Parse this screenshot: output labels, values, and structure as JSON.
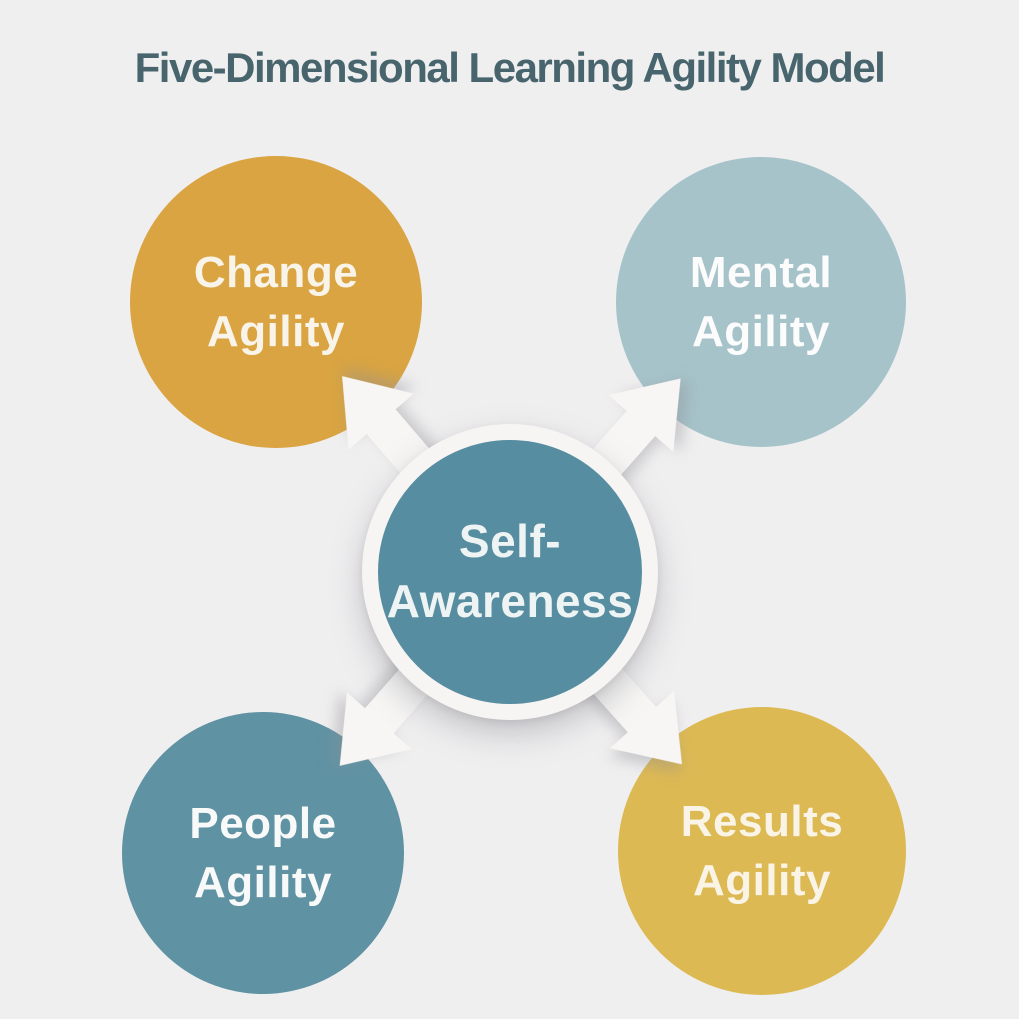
{
  "title": "Five-Dimensional Learning Agility Model",
  "colors": {
    "background": "#F0EFF0",
    "title_text": "#48656E",
    "arrow_fill": "#F7F6F5",
    "center_ring": "#F6F5F4"
  },
  "center_node": {
    "id": "self-awareness",
    "label": "Self-Awareness",
    "lines": [
      "Self-",
      "Awareness"
    ],
    "fill": "#578DA0",
    "text_color": "#EEF3F4"
  },
  "nodes": [
    {
      "id": "change-agility",
      "label": "Change Agility",
      "lines": [
        "Change",
        "Agility"
      ],
      "fill": "#D9A441",
      "text_color": "#F9F4E9",
      "position": "top-left"
    },
    {
      "id": "mental-agility",
      "label": "Mental Agility",
      "lines": [
        "Mental",
        "Agility"
      ],
      "fill": "#A6C3CA",
      "text_color": "#FBFCFB",
      "position": "top-right"
    },
    {
      "id": "people-agility",
      "label": "People Agility",
      "lines": [
        "People",
        "Agility"
      ],
      "fill": "#5F92A3",
      "text_color": "#F8FAF9",
      "position": "bottom-left"
    },
    {
      "id": "results-agility",
      "label": "Results Agility",
      "lines": [
        "Results",
        "Agility"
      ],
      "fill": "#DDB954",
      "text_color": "#F9F4E6",
      "position": "bottom-right"
    }
  ]
}
